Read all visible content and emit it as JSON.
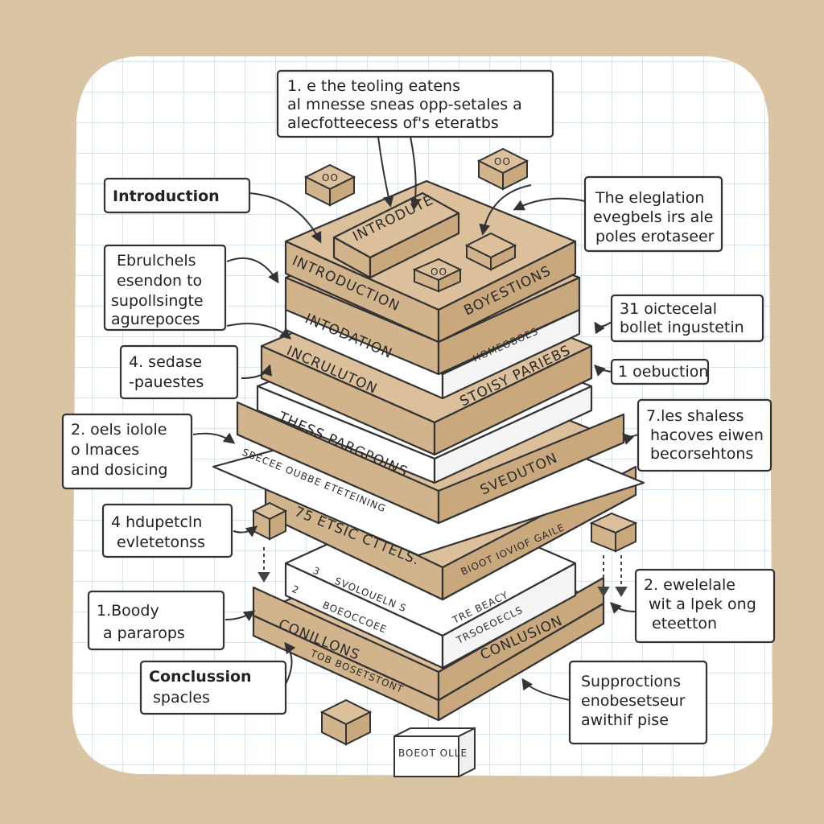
{
  "colors": {
    "background": "#d9c4a3",
    "paper": "#ffffff",
    "grid": "#b9d3e8",
    "box_fill": "#d2b48c",
    "box_top": "#dcc09c",
    "ink": "#2b2b2b"
  },
  "top_note": {
    "lines": [
      "1. e the teoling eatens",
      "al mnesse sneas opp-setales  a",
      "alecfotteecess of's eteratbs"
    ]
  },
  "left_labels": {
    "introduction": "Introduction",
    "ebrulchels": [
      "Ebrulchels",
      "esendon to",
      "supollsingte",
      "agurepoces"
    ],
    "sedase": [
      "4. sedase",
      "-pauestes"
    ],
    "images": [
      "2. oels iolole",
      "o lmaces",
      "and dosicing"
    ],
    "hdupetcln": [
      "4 hdupetcln",
      "evletetonss"
    ],
    "boody": [
      "1.Boody",
      "a pararops"
    ],
    "conclusion": [
      "Conclussion",
      "spacles"
    ]
  },
  "right_labels": {
    "oleglation": [
      "The eleglation",
      "evegbels irs ale",
      "poles erotaseer"
    ],
    "bollet": [
      "31 oictecelal",
      "bollet ingustetin"
    ],
    "oebuction": "1 oebuction",
    "shaless": [
      "7.les shaless",
      "hacoves eiwen",
      "becorsehtons"
    ],
    "ewelelale": [
      "2. ewelelale",
      "wit a lpek ong",
      "eteetton"
    ],
    "supproctions": [
      "Supproctions",
      "enobesetseur",
      "awithif pise"
    ]
  },
  "stack_labels": {
    "layer1_box": "INTRODUTE",
    "layer1_front": "INTRODUCTION",
    "layer1_side": "BOYESTIONS",
    "layer2_front": "INTODATION",
    "layer2_side": "HOMEOBOES",
    "layer3_front": "INCRULUTON",
    "layer3_side": "STOISY PARIEBS",
    "layer4_front": "THESS PARGPOINS",
    "layer5_front": "SBECEE  OUBBE  ETETEINING",
    "layer5_top": "SVEDUTON",
    "layer6_front": "75 ETSIC  CTTELS.",
    "layer6_side": "BIOOT IOVIOF GAILE",
    "layer7_front": "SVOLOUELN S",
    "layer7_num_a": "3",
    "layer7_num_b": "2",
    "layer7_side": "TRE BEACY",
    "layer7_sub": "BOEOCCOEE",
    "layer7_sub2": "TRSOEOECLS",
    "layer8_front": "CONILLONS",
    "layer8_side": "CONLUSION",
    "layer9_front": "TOB BOSETSTONT",
    "small_box": "BOEOT OLLE",
    "cube_text": "OO"
  }
}
